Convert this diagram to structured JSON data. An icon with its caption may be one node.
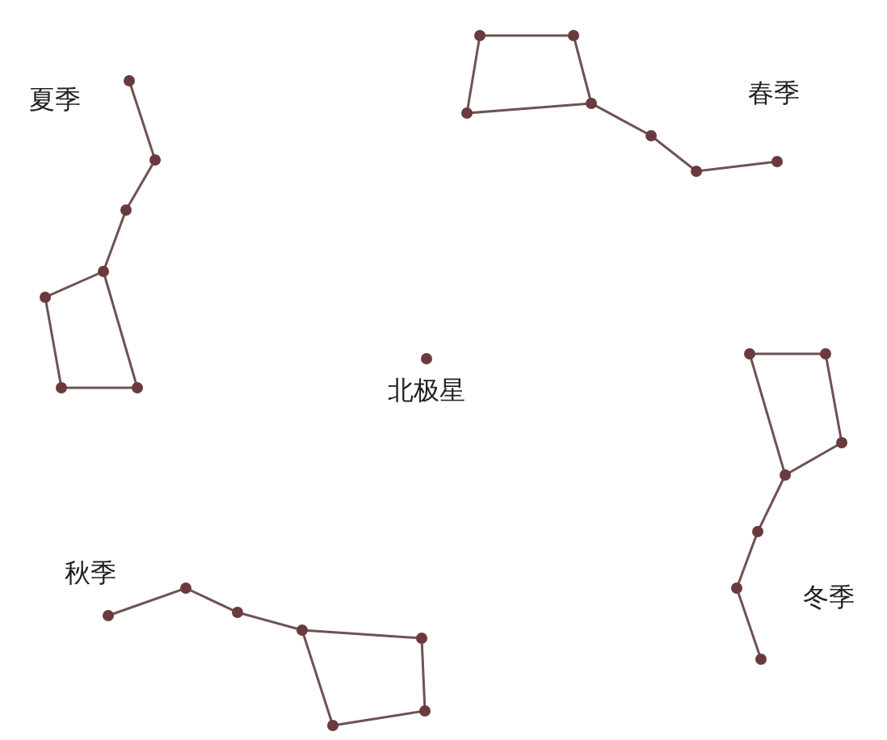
{
  "diagram": {
    "labels": [
      "夏季",
      "春季",
      "北极星",
      "秋季",
      "冬季"
    ]
  }
}
